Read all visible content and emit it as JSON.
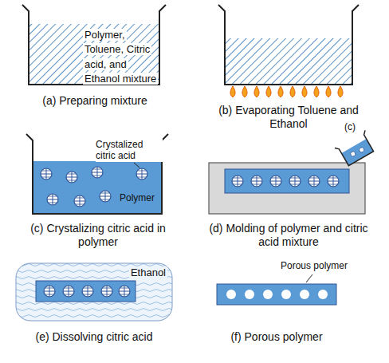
{
  "diagram": {
    "nodes": [
      {
        "text": [
          "Polymer, Toluene, Citric acid, and Ethanol mixture"
        ]
      },
      {
        "text": [
          "Ethanol"
        ]
      }
    ],
    "labels": [
      "(a) Preparing mixture",
      "(b) Evaporating Toluene and Ethanol",
      "Crystalized citric acid",
      "Polymer",
      "(c) Crystalizing citric acid in polymer",
      "(c)",
      "(d) Molding of polymer and citric acid mixture",
      "(e) Dissolving citric acid",
      "Porous polymer",
      "(f) Porous polymer"
    ]
  }
}
